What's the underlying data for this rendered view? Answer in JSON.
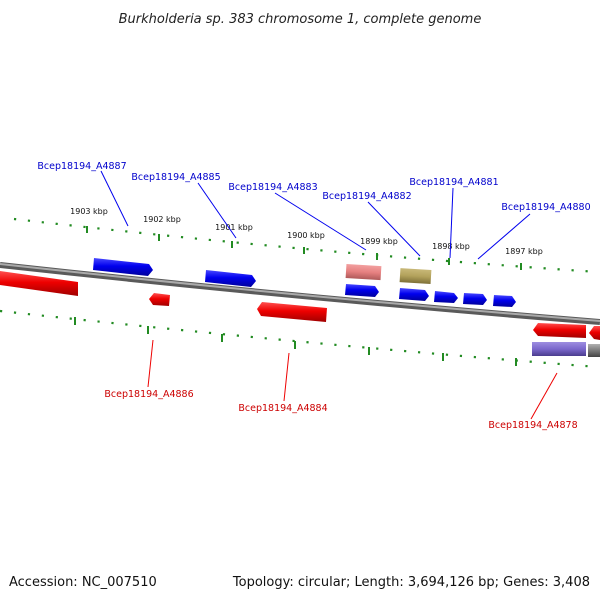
{
  "title": "Burkholderia sp. 383 chromosome 1, complete genome",
  "footer": {
    "accession": "Accession: NC_007510",
    "stats": "Topology: circular; Length: 3,694,126 bp; Genes: 3,408"
  },
  "colors": {
    "forward_gene": "#0000ee",
    "reverse_gene": "#ee0000",
    "forward_label": "#0000cc",
    "reverse_label": "#cc0000",
    "backbone": "#8a8a8a",
    "tick": "#228B22"
  },
  "ticks": [
    "1903 kbp",
    "1902 kbp",
    "1901 kbp",
    "1900 kbp",
    "1899 kbp",
    "1898 kbp",
    "1897 kbp"
  ],
  "gene_labels": {
    "A4887": "Bcep18194_A4887",
    "A4885": "Bcep18194_A4885",
    "A4883": "Bcep18194_A4883",
    "A4882": "Bcep18194_A4882",
    "A4881": "Bcep18194_A4881",
    "A4880": "Bcep18194_A4880",
    "A4886": "Bcep18194_A4886",
    "A4884": "Bcep18194_A4884",
    "A4878": "Bcep18194_A4878"
  }
}
